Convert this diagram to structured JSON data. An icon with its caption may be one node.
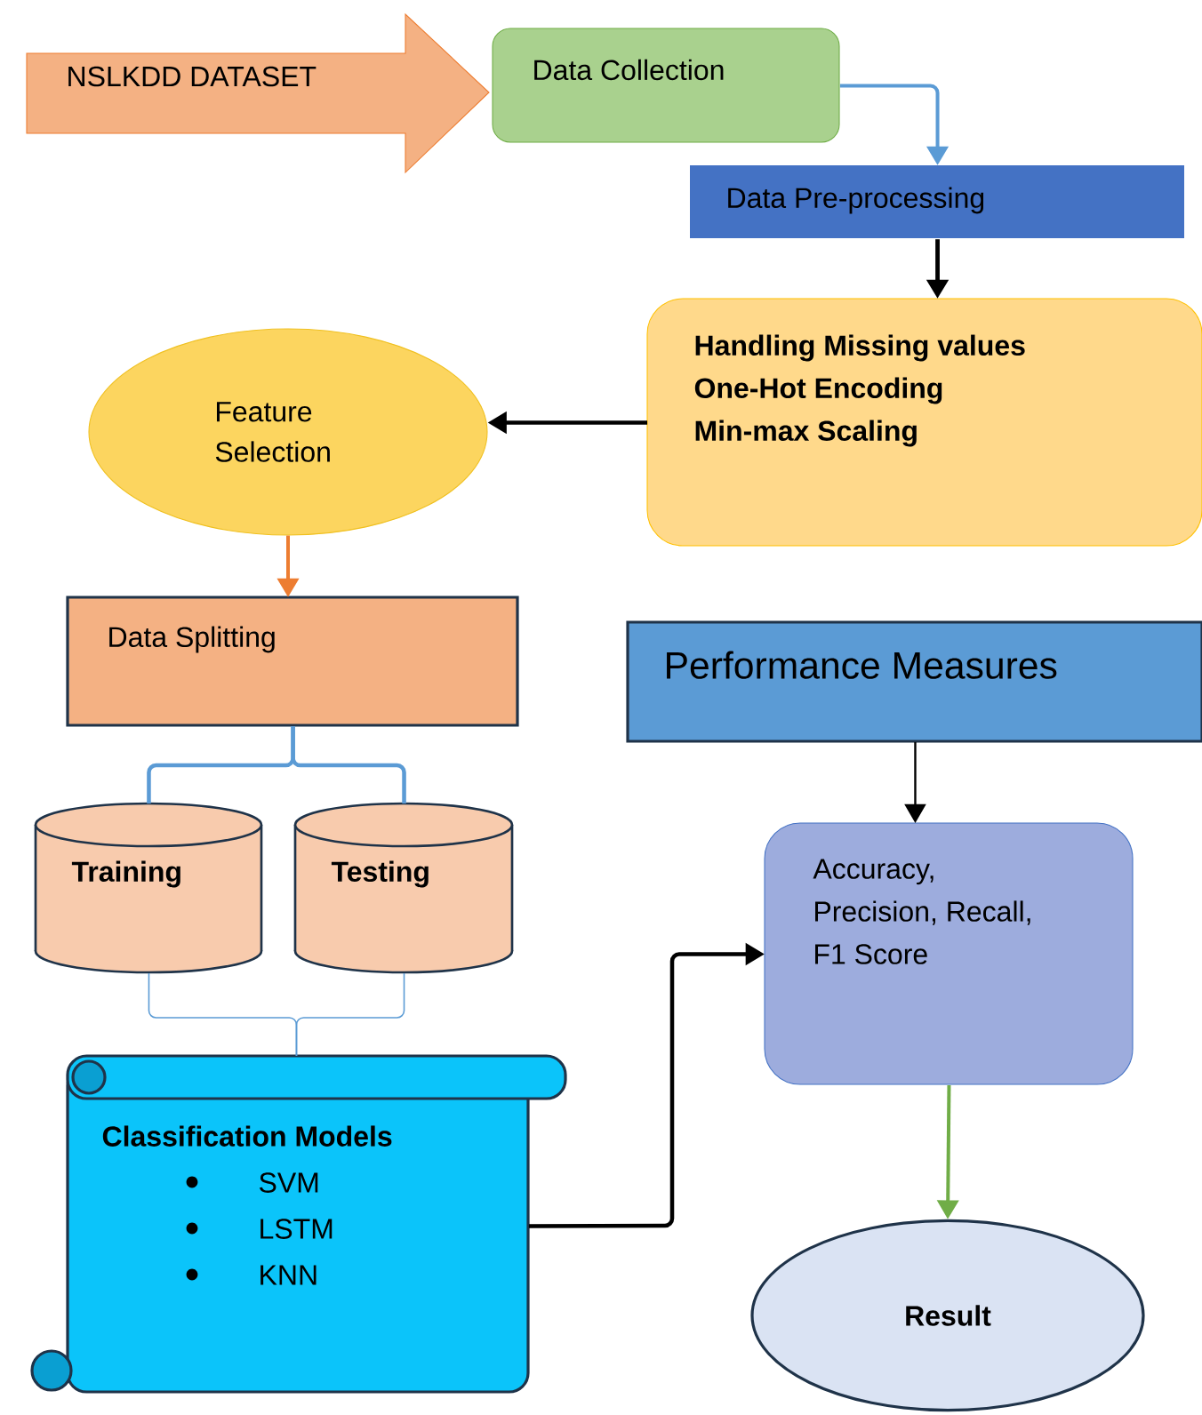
{
  "diagram": {
    "nodes": [
      {
        "text": [
          "NSLKDD DATASET"
        ]
      },
      {
        "text": [
          "Data Collection"
        ]
      },
      {
        "text": [
          "Data Pre-processing"
        ]
      },
      {
        "text": [
          "Handling Missing values",
          "One-Hot Encoding",
          "Min-max Scaling"
        ]
      },
      {
        "text": [
          "Feature Selection"
        ]
      },
      {
        "text": [
          "Data Splitting"
        ]
      },
      {
        "text": [
          "Training"
        ]
      },
      {
        "text": [
          "Testing"
        ]
      },
      {
        "text": [
          "Classification Models",
          "SVM",
          "LSTM",
          "KNN"
        ]
      },
      {
        "text": [
          "Performance Measures"
        ]
      },
      {
        "text": [
          "Accuracy, Precision, Recall, F1 Score"
        ]
      },
      {
        "text": [
          "Result"
        ]
      }
    ],
    "edges": [
      {
        "from": 1,
        "to": 2,
        "arrow": "to",
        "color": "#5b9bd5"
      },
      {
        "from": 2,
        "to": 3,
        "arrow": "to",
        "color": "#000000"
      },
      {
        "from": 3,
        "to": 4,
        "arrow": "to",
        "color": "#000000"
      },
      {
        "from": 4,
        "to": 5,
        "arrow": "to",
        "color": "#ed7d31"
      },
      {
        "from": 5,
        "to": 6,
        "arrow": "none",
        "color": "#5b9bd5"
      },
      {
        "from": 5,
        "to": 7,
        "arrow": "none",
        "color": "#5b9bd5"
      },
      {
        "from": 6,
        "to": 8,
        "arrow": "none",
        "color": "#5b9bd5"
      },
      {
        "from": 7,
        "to": 8,
        "arrow": "none",
        "color": "#5b9bd5"
      },
      {
        "from": 8,
        "to": 10,
        "arrow": "to",
        "color": "#000000"
      },
      {
        "from": 9,
        "to": 10,
        "arrow": "to",
        "color": "#000000"
      },
      {
        "from": 10,
        "to": 11,
        "arrow": "to",
        "color": "#70ad47"
      }
    ]
  }
}
